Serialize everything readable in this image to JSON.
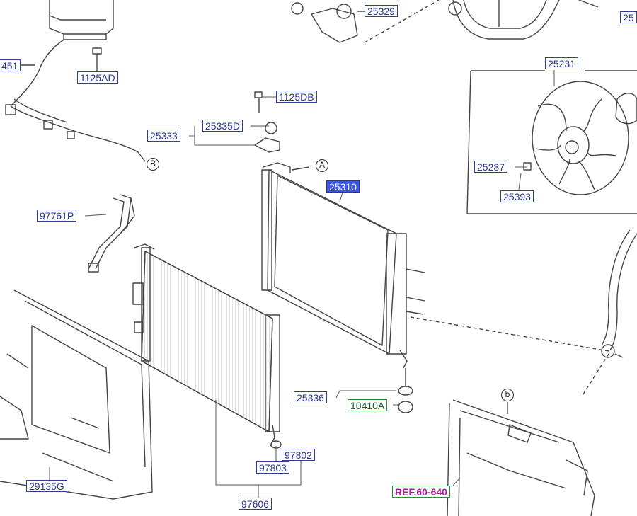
{
  "part_labels": [
    {
      "id": "25329",
      "text": "25329"
    },
    {
      "id": "25451",
      "text": "451"
    },
    {
      "id": "1125AD",
      "text": "1125AD"
    },
    {
      "id": "1125DB",
      "text": "1125DB"
    },
    {
      "id": "25335D",
      "text": "25335D"
    },
    {
      "id": "25333",
      "text": "25333"
    },
    {
      "id": "25310",
      "text": "25310",
      "selected": true
    },
    {
      "id": "25231",
      "text": "25231"
    },
    {
      "id": "25237",
      "text": "25237"
    },
    {
      "id": "25393",
      "text": "25393"
    },
    {
      "id": "97761P",
      "text": "97761P"
    },
    {
      "id": "25336",
      "text": "25336"
    },
    {
      "id": "10410A",
      "text": "10410A"
    },
    {
      "id": "97802",
      "text": "97802"
    },
    {
      "id": "97803",
      "text": "97803"
    },
    {
      "id": "97606",
      "text": "97606"
    },
    {
      "id": "29135G",
      "text": "29135G"
    },
    {
      "id": "REF",
      "text": "REF.60-640"
    },
    {
      "id": "top-right",
      "text": "25"
    }
  ],
  "callouts": [
    {
      "id": "A",
      "text": "A"
    },
    {
      "id": "B",
      "text": "B"
    },
    {
      "id": "b",
      "text": "b"
    }
  ],
  "colors": {
    "label_border": "#2f3d9a",
    "label_text": "#2a3596",
    "selected_fill": "#3b55e6",
    "ref_text": "#b21aa0",
    "ref_border": "#2d8a34",
    "line": "#444444"
  }
}
